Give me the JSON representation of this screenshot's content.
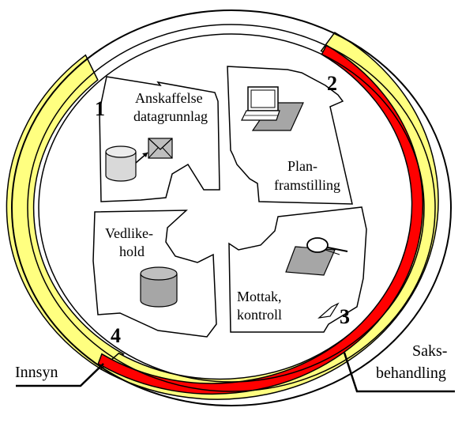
{
  "diagram": {
    "colors": {
      "innsyn": "#ffff80",
      "saksbehandling": "#ff0000",
      "outline": "#000000",
      "panel": "#ffffff",
      "icon_fill": "#bfbfbf",
      "icon_dark": "#a6a6a6"
    },
    "segments": [
      {
        "number": "1",
        "label_lines": [
          "Anskaffelse",
          "datagrunnlag"
        ],
        "icon": "database-envelope-icon"
      },
      {
        "number": "2",
        "label_lines": [
          "Plan-",
          "framstilling"
        ],
        "icon": "laptop-icon"
      },
      {
        "number": "3",
        "label_lines": [
          "Mottak,",
          "kontroll"
        ],
        "icon": "magnifier-icon"
      },
      {
        "number": "4",
        "label_lines": [
          "Vedlike-",
          "hold"
        ],
        "icon": "database-icon"
      }
    ],
    "ring_labels": {
      "innsyn": "Innsyn",
      "saksbehandling_lines": [
        "Saks-",
        "behandling"
      ]
    }
  }
}
